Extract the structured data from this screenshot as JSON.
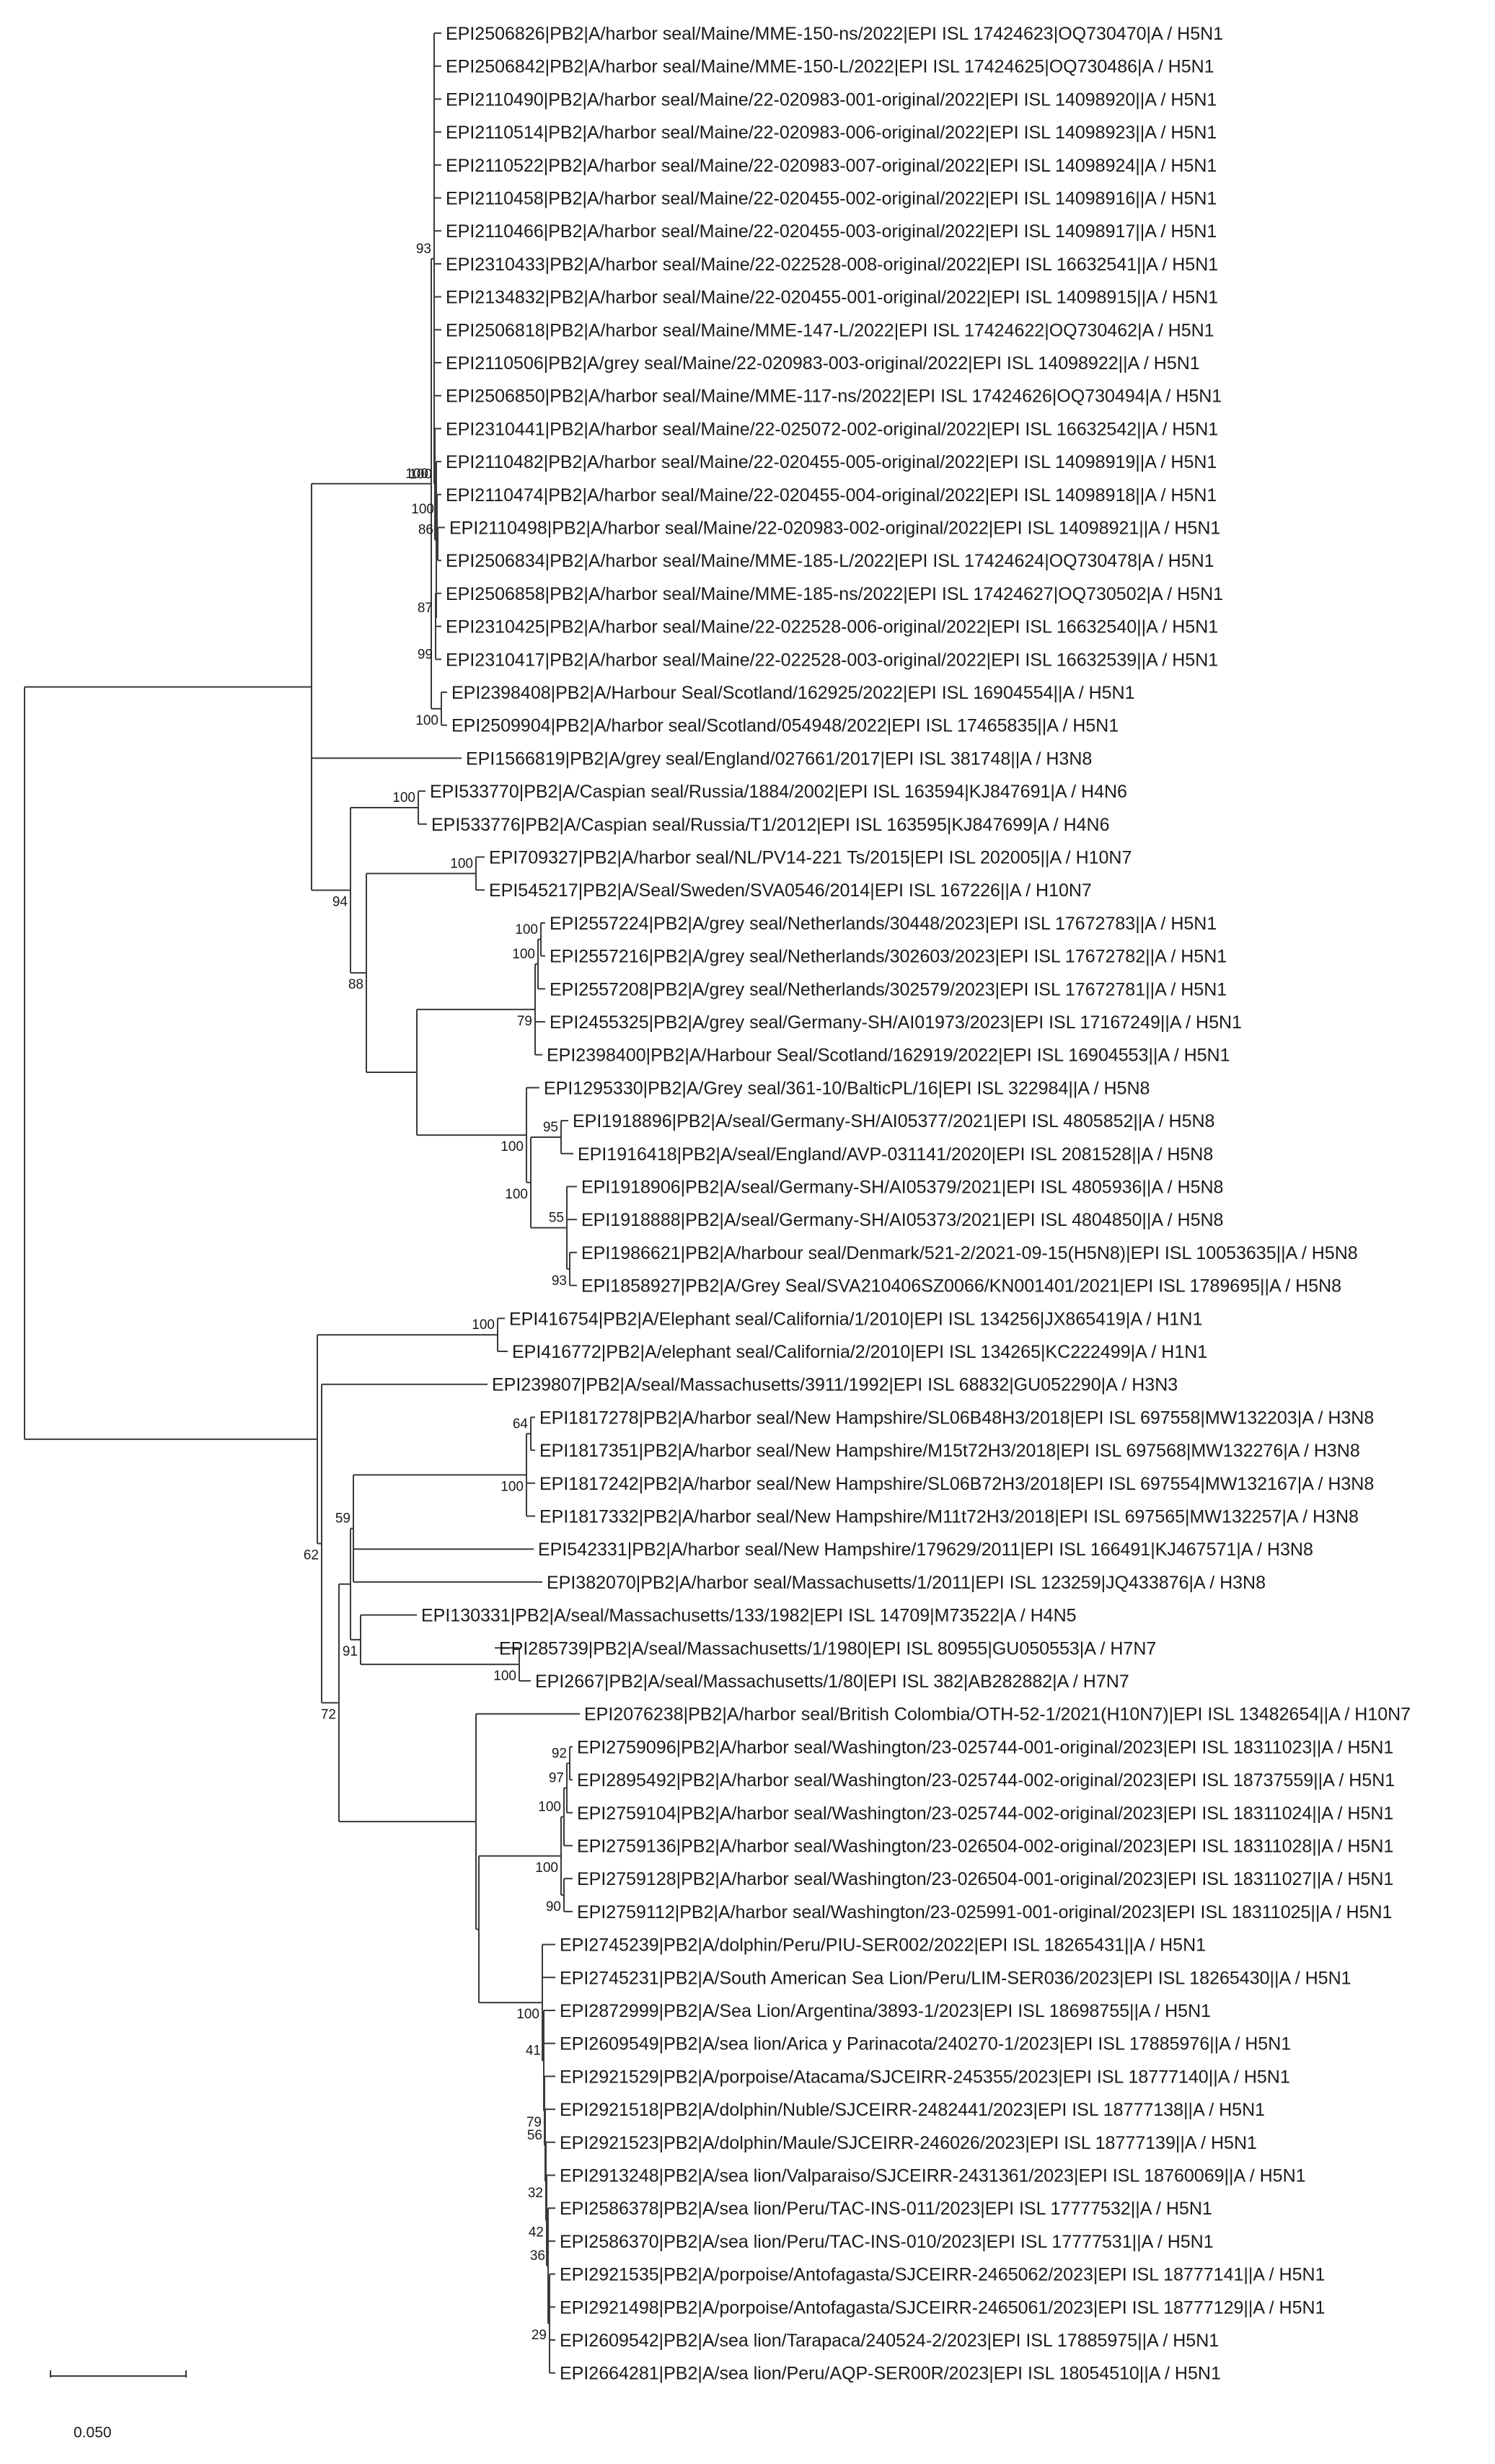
{
  "figure": {
    "scale_bar": {
      "length": 0.05,
      "label": "0.050"
    },
    "tips": [
      {
        "id": "t1",
        "label": "EPI2506826|PB2|A/harbor seal/Maine/MME-150-ns/2022|EPI ISL 17424623|OQ730470|A / H5N1"
      },
      {
        "id": "t2",
        "label": "EPI2506842|PB2|A/harbor seal/Maine/MME-150-L/2022|EPI ISL 17424625|OQ730486|A / H5N1"
      },
      {
        "id": "t3",
        "label": "EPI2110490|PB2|A/harbor seal/Maine/22-020983-001-original/2022|EPI ISL 14098920||A / H5N1"
      },
      {
        "id": "t4",
        "label": "EPI2110514|PB2|A/harbor seal/Maine/22-020983-006-original/2022|EPI ISL 14098923||A / H5N1"
      },
      {
        "id": "t5",
        "label": "EPI2110522|PB2|A/harbor seal/Maine/22-020983-007-original/2022|EPI ISL 14098924||A / H5N1"
      },
      {
        "id": "t6",
        "label": "EPI2110458|PB2|A/harbor seal/Maine/22-020455-002-original/2022|EPI ISL 14098916||A / H5N1"
      },
      {
        "id": "t7",
        "label": "EPI2110466|PB2|A/harbor seal/Maine/22-020455-003-original/2022|EPI ISL 14098917||A / H5N1"
      },
      {
        "id": "t8",
        "label": "EPI2310433|PB2|A/harbor seal/Maine/22-022528-008-original/2022|EPI ISL 16632541||A / H5N1"
      },
      {
        "id": "t9",
        "label": "EPI2134832|PB2|A/harbor seal/Maine/22-020455-001-original/2022|EPI ISL 14098915||A / H5N1"
      },
      {
        "id": "t10",
        "label": "EPI2506818|PB2|A/harbor seal/Maine/MME-147-L/2022|EPI ISL 17424622|OQ730462|A / H5N1"
      },
      {
        "id": "t11",
        "label": "EPI2110506|PB2|A/grey seal/Maine/22-020983-003-original/2022|EPI ISL 14098922||A / H5N1"
      },
      {
        "id": "t12",
        "label": "EPI2506850|PB2|A/harbor seal/Maine/MME-117-ns/2022|EPI ISL 17424626|OQ730494|A / H5N1"
      },
      {
        "id": "t13",
        "label": "EPI2310441|PB2|A/harbor seal/Maine/22-025072-002-original/2022|EPI ISL 16632542||A / H5N1"
      },
      {
        "id": "t14",
        "label": "EPI2110482|PB2|A/harbor seal/Maine/22-020455-005-original/2022|EPI ISL 14098919||A / H5N1"
      },
      {
        "id": "t15",
        "label": "EPI2110474|PB2|A/harbor seal/Maine/22-020455-004-original/2022|EPI ISL 14098918||A / H5N1"
      },
      {
        "id": "t16",
        "label": "EPI2110498|PB2|A/harbor seal/Maine/22-020983-002-original/2022|EPI ISL 14098921||A / H5N1"
      },
      {
        "id": "t17",
        "label": "EPI2506834|PB2|A/harbor seal/Maine/MME-185-L/2022|EPI ISL 17424624|OQ730478|A / H5N1"
      },
      {
        "id": "t18",
        "label": "EPI2506858|PB2|A/harbor seal/Maine/MME-185-ns/2022|EPI ISL 17424627|OQ730502|A / H5N1"
      },
      {
        "id": "t19",
        "label": "EPI2310425|PB2|A/harbor seal/Maine/22-022528-006-original/2022|EPI ISL 16632540||A / H5N1"
      },
      {
        "id": "t20",
        "label": "EPI2310417|PB2|A/harbor seal/Maine/22-022528-003-original/2022|EPI ISL 16632539||A / H5N1"
      },
      {
        "id": "t21",
        "label": "EPI2398408|PB2|A/Harbour Seal/Scotland/162925/2022|EPI ISL 16904554||A / H5N1"
      },
      {
        "id": "t22",
        "label": "EPI2509904|PB2|A/harbor seal/Scotland/054948/2022|EPI ISL 17465835||A / H5N1"
      },
      {
        "id": "t23",
        "label": "EPI1566819|PB2|A/grey seal/England/027661/2017|EPI ISL 381748||A / H3N8"
      },
      {
        "id": "t24",
        "label": "EPI533770|PB2|A/Caspian seal/Russia/1884/2002|EPI ISL 163594|KJ847691|A / H4N6"
      },
      {
        "id": "t25",
        "label": "EPI533776|PB2|A/Caspian seal/Russia/T1/2012|EPI ISL 163595|KJ847699|A / H4N6"
      },
      {
        "id": "t26",
        "label": "EPI709327|PB2|A/harbor seal/NL/PV14-221 Ts/2015|EPI ISL 202005||A / H10N7"
      },
      {
        "id": "t27",
        "label": "EPI545217|PB2|A/Seal/Sweden/SVA0546/2014|EPI ISL 167226||A / H10N7"
      },
      {
        "id": "t28",
        "label": "EPI2557224|PB2|A/grey seal/Netherlands/30448/2023|EPI ISL 17672783||A / H5N1"
      },
      {
        "id": "t29",
        "label": "EPI2557216|PB2|A/grey seal/Netherlands/302603/2023|EPI ISL 17672782||A / H5N1"
      },
      {
        "id": "t30",
        "label": "EPI2557208|PB2|A/grey seal/Netherlands/302579/2023|EPI ISL 17672781||A / H5N1"
      },
      {
        "id": "t31",
        "label": "EPI2455325|PB2|A/grey seal/Germany-SH/AI01973/2023|EPI ISL 17167249||A / H5N1"
      },
      {
        "id": "t32",
        "label": "EPI2398400|PB2|A/Harbour Seal/Scotland/162919/2022|EPI ISL 16904553||A / H5N1"
      },
      {
        "id": "t33",
        "label": "EPI1295330|PB2|A/Grey seal/361-10/BalticPL/16|EPI ISL 322984||A / H5N8"
      },
      {
        "id": "t34",
        "label": "EPI1918896|PB2|A/seal/Germany-SH/AI05377/2021|EPI ISL 4805852||A / H5N8"
      },
      {
        "id": "t35",
        "label": "EPI1916418|PB2|A/seal/England/AVP-031141/2020|EPI ISL 2081528||A / H5N8"
      },
      {
        "id": "t36",
        "label": "EPI1918906|PB2|A/seal/Germany-SH/AI05379/2021|EPI ISL 4805936||A / H5N8"
      },
      {
        "id": "t37",
        "label": "EPI1918888|PB2|A/seal/Germany-SH/AI05373/2021|EPI ISL 4804850||A / H5N8"
      },
      {
        "id": "t38",
        "label": "EPI1986621|PB2|A/harbour seal/Denmark/521-2/2021-09-15(H5N8)|EPI ISL 10053635||A / H5N8"
      },
      {
        "id": "t39",
        "label": "EPI1858927|PB2|A/Grey Seal/SVA210406SZ0066/KN001401/2021|EPI ISL 1789695||A / H5N8"
      },
      {
        "id": "t40",
        "label": "EPI416754|PB2|A/Elephant seal/California/1/2010|EPI ISL 134256|JX865419|A / H1N1"
      },
      {
        "id": "t41",
        "label": "EPI416772|PB2|A/elephant seal/California/2/2010|EPI ISL 134265|KC222499|A / H1N1"
      },
      {
        "id": "t42",
        "label": "EPI239807|PB2|A/seal/Massachusetts/3911/1992|EPI ISL 68832|GU052290|A / H3N3"
      },
      {
        "id": "t43",
        "label": "EPI1817278|PB2|A/harbor seal/New Hampshire/SL06B48H3/2018|EPI ISL 697558|MW132203|A / H3N8"
      },
      {
        "id": "t44",
        "label": "EPI1817351|PB2|A/harbor seal/New Hampshire/M15t72H3/2018|EPI ISL 697568|MW132276|A / H3N8"
      },
      {
        "id": "t45",
        "label": "EPI1817242|PB2|A/harbor seal/New Hampshire/SL06B72H3/2018|EPI ISL 697554|MW132167|A / H3N8"
      },
      {
        "id": "t46",
        "label": "EPI1817332|PB2|A/harbor seal/New Hampshire/M11t72H3/2018|EPI ISL 697565|MW132257|A / H3N8"
      },
      {
        "id": "t47",
        "label": "EPI542331|PB2|A/harbor seal/New Hampshire/179629/2011|EPI ISL 166491|KJ467571|A / H3N8"
      },
      {
        "id": "t48",
        "label": "EPI382070|PB2|A/harbor seal/Massachusetts/1/2011|EPI ISL 123259|JQ433876|A / H3N8"
      },
      {
        "id": "t49",
        "label": "EPI130331|PB2|A/seal/Massachusetts/133/1982|EPI ISL 14709|M73522|A / H4N5"
      },
      {
        "id": "t50",
        "label": "EPI285739|PB2|A/seal/Massachusetts/1/1980|EPI ISL 80955|GU050553|A / H7N7"
      },
      {
        "id": "t51",
        "label": "EPI2667|PB2|A/seal/Massachusetts/1/80|EPI ISL 382|AB282882|A / H7N7"
      },
      {
        "id": "t52",
        "label": "EPI2076238|PB2|A/harbor seal/British Colombia/OTH-52-1/2021(H10N7)|EPI ISL 13482654||A / H10N7"
      },
      {
        "id": "t53",
        "label": "EPI2759096|PB2|A/harbor seal/Washington/23-025744-001-original/2023|EPI ISL 18311023||A / H5N1"
      },
      {
        "id": "t54",
        "label": "EPI2895492|PB2|A/harbor seal/Washington/23-025744-002-original/2023|EPI ISL 18737559||A / H5N1"
      },
      {
        "id": "t55",
        "label": "EPI2759104|PB2|A/harbor seal/Washington/23-025744-002-original/2023|EPI ISL 18311024||A / H5N1"
      },
      {
        "id": "t56",
        "label": "EPI2759136|PB2|A/harbor seal/Washington/23-026504-002-original/2023|EPI ISL 18311028||A / H5N1"
      },
      {
        "id": "t57",
        "label": "EPI2759128|PB2|A/harbor seal/Washington/23-026504-001-original/2023|EPI ISL 18311027||A / H5N1"
      },
      {
        "id": "t58",
        "label": "EPI2759112|PB2|A/harbor seal/Washington/23-025991-001-original/2023|EPI ISL 18311025||A / H5N1"
      },
      {
        "id": "t59",
        "label": "EPI2745239|PB2|A/dolphin/Peru/PIU-SER002/2022|EPI ISL 18265431||A / H5N1"
      },
      {
        "id": "t60",
        "label": "EPI2745231|PB2|A/South American Sea Lion/Peru/LIM-SER036/2023|EPI ISL 18265430||A / H5N1"
      },
      {
        "id": "t61",
        "label": "EPI2872999|PB2|A/Sea Lion/Argentina/3893-1/2023|EPI ISL 18698755||A / H5N1"
      },
      {
        "id": "t62",
        "label": "EPI2609549|PB2|A/sea lion/Arica y Parinacota/240270-1/2023|EPI ISL 17885976||A / H5N1"
      },
      {
        "id": "t63",
        "label": "EPI2921529|PB2|A/porpoise/Atacama/SJCEIRR-245355/2023|EPI ISL 18777140||A / H5N1"
      },
      {
        "id": "t64",
        "label": "EPI2921518|PB2|A/dolphin/Nuble/SJCEIRR-2482441/2023|EPI ISL 18777138||A / H5N1"
      },
      {
        "id": "t65",
        "label": "EPI2921523|PB2|A/dolphin/Maule/SJCEIRR-246026/2023|EPI ISL 18777139||A / H5N1"
      },
      {
        "id": "t66",
        "label": "EPI2913248|PB2|A/sea lion/Valparaiso/SJCEIRR-2431361/2023|EPI ISL 18760069||A / H5N1"
      },
      {
        "id": "t67",
        "label": "EPI2586378|PB2|A/sea lion/Peru/TAC-INS-011/2023|EPI ISL 17777532||A / H5N1"
      },
      {
        "id": "t68",
        "label": "EPI2586370|PB2|A/sea lion/Peru/TAC-INS-010/2023|EPI ISL 17777531||A / H5N1"
      },
      {
        "id": "t69",
        "label": "EPI2921535|PB2|A/porpoise/Antofagasta/SJCEIRR-2465062/2023|EPI ISL 18777141||A / H5N1"
      },
      {
        "id": "t70",
        "label": "EPI2921498|PB2|A/porpoise/Antofagasta/SJCEIRR-2465061/2023|EPI ISL 18777129||A / H5N1"
      },
      {
        "id": "t71",
        "label": "EPI2609542|PB2|A/sea lion/Tarapaca/240524-2/2023|EPI ISL 17885975||A / H5N1"
      },
      {
        "id": "t72",
        "label": "EPI2664281|PB2|A/sea lion/Peru/AQP-SER00R/2023|EPI ISL 18054510||A / H5N1"
      }
    ],
    "support_values": [
      {
        "node": "n_main_maine",
        "value": "93"
      },
      {
        "node": "n_maine_a",
        "value": "100"
      },
      {
        "node": "n_maine_b",
        "value": "86"
      },
      {
        "node": "n_maine_c",
        "value": "100"
      },
      {
        "node": "n_maine_d",
        "value": "87"
      },
      {
        "node": "n_maine_e",
        "value": "99"
      },
      {
        "node": "n_upper",
        "value": "100"
      },
      {
        "node": "n_scot",
        "value": "100"
      },
      {
        "node": "n_casp",
        "value": "100"
      },
      {
        "node": "n_casp_parent",
        "value": "94"
      },
      {
        "node": "n_h10",
        "value": "100"
      },
      {
        "node": "n_h10_parent",
        "value": "88"
      },
      {
        "node": "n_nl_top",
        "value": "100"
      },
      {
        "node": "n_nl_mid",
        "value": "100"
      },
      {
        "node": "n_nl_par",
        "value": "79"
      },
      {
        "node": "n_h5n8",
        "value": "100"
      },
      {
        "node": "n_h5n8_a",
        "value": "95"
      },
      {
        "node": "n_h5n8_b",
        "value": "100"
      },
      {
        "node": "n_h5n8_c",
        "value": "55"
      },
      {
        "node": "n_h5n8_d",
        "value": "93"
      },
      {
        "node": "n_eseal",
        "value": "100"
      },
      {
        "node": "n_nh_a",
        "value": "64"
      },
      {
        "node": "n_nh_b",
        "value": "100"
      },
      {
        "node": "n_nh_par",
        "value": "59"
      },
      {
        "node": "n_lower",
        "value": "62"
      },
      {
        "node": "n_mass",
        "value": "91"
      },
      {
        "node": "n_h7",
        "value": "100"
      },
      {
        "node": "n_pac",
        "value": "72"
      },
      {
        "node": "n_wa_a",
        "value": "92"
      },
      {
        "node": "n_wa_b",
        "value": "97"
      },
      {
        "node": "n_wa_c",
        "value": "100"
      },
      {
        "node": "n_wa_d",
        "value": "90"
      },
      {
        "node": "n_wa_par",
        "value": "100"
      },
      {
        "node": "n_sa",
        "value": "100"
      },
      {
        "node": "n_sa_a",
        "value": "41"
      },
      {
        "node": "n_sa_b",
        "value": "79"
      },
      {
        "node": "n_sa_c",
        "value": "56"
      },
      {
        "node": "n_sa_d",
        "value": "32"
      },
      {
        "node": "n_sa_e",
        "value": "42"
      },
      {
        "node": "n_sa_f",
        "value": "36"
      },
      {
        "node": "n_sa_g",
        "value": "29"
      }
    ]
  }
}
